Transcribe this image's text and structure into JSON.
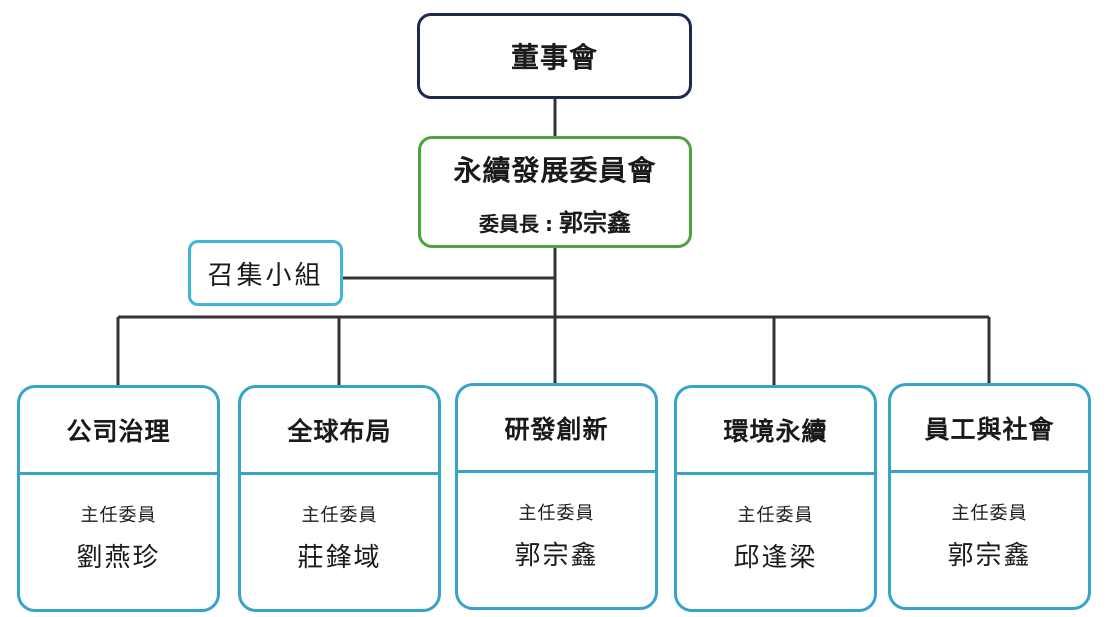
{
  "board": {
    "title": "董事會"
  },
  "esg_committee": {
    "title": "永續發展委員會",
    "chair_label": "委員長",
    "chair_sep": ":",
    "chair_name": "郭宗鑫"
  },
  "convener_group": {
    "title": "召集小組"
  },
  "committees": [
    {
      "title": "公司治理",
      "role": "主任委員",
      "name": "劉燕珍"
    },
    {
      "title": "全球布局",
      "role": "主任委員",
      "name": "莊鋒域"
    },
    {
      "title": "研發創新",
      "role": "主任委員",
      "name": "郭宗鑫"
    },
    {
      "title": "環境永續",
      "role": "主任委員",
      "name": "邱逢梁"
    },
    {
      "title": "員工與社會",
      "role": "主任委員",
      "name": "郭宗鑫"
    }
  ],
  "colors": {
    "board_border": "#1d2b4f",
    "esg_border": "#4aa53a",
    "committee_border": "#38a3c8",
    "connector": "#333333"
  }
}
